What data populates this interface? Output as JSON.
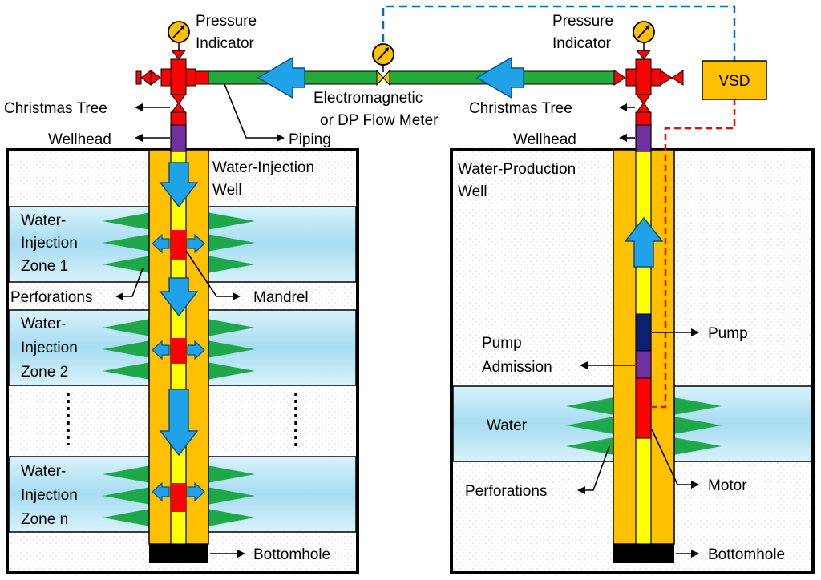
{
  "labels": {
    "pressure_indicator_1": "Pressure",
    "pressure_indicator_2": "Indicator",
    "christmas_tree": "Christmas Tree",
    "wellhead": "Wellhead",
    "piping": "Piping",
    "flow_meter_1": "Electromagnetic",
    "flow_meter_2": "or DP Flow Meter",
    "vsd": "VSD",
    "injection_well_1": "Water-Injection",
    "injection_well_2": "Well",
    "production_well_1": "Water-Production",
    "production_well_2": "Well",
    "zone1_1": "Water-",
    "zone1_2": "Injection",
    "zone1_3": "Zone 1",
    "zone2_1": "Water-",
    "zone2_2": "Injection",
    "zone2_3": "Zone 2",
    "zonen_1": "Water-",
    "zonen_2": "Injection",
    "zonen_3": "Zone n",
    "perforations": "Perforations",
    "mandrel": "Mandrel",
    "bottomhole": "Bottomhole",
    "pump": "Pump",
    "pump_admission_1": "Pump",
    "pump_admission_2": "Admission",
    "water": "Water",
    "motor": "Motor"
  },
  "colors": {
    "casing": "#FFC000",
    "tubing": "#FFFF00",
    "zone_water": "#BDE6F5",
    "perforation": "#1FA84A",
    "flow_arrow": "#1FA2E8",
    "valve": "#FF0000",
    "piping": "#22AA3A",
    "wellhead": "#7030A0",
    "pump": "#0B2170",
    "vsd": "#FFC000",
    "gauge": "#FFC000",
    "signal_line": "#0070C0",
    "power_line": "#FF0000"
  }
}
